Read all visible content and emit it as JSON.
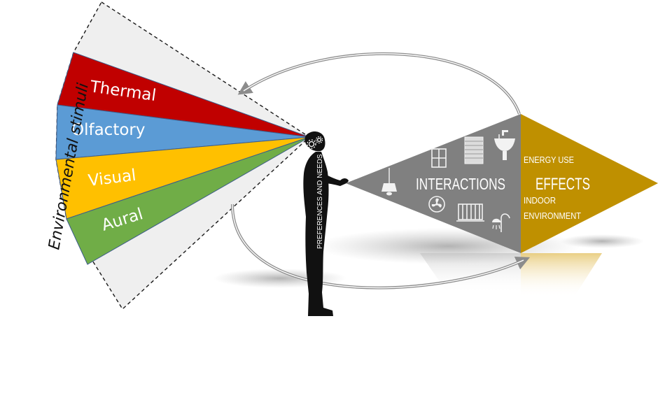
{
  "diagram": {
    "side_label": "Environmental stimuli",
    "segments": [
      {
        "label": "Thermal",
        "color": "#c00000"
      },
      {
        "label": "Olfactory",
        "color": "#5b9bd5"
      },
      {
        "label": "Visual",
        "color": "#ffc000"
      },
      {
        "label": "Aural",
        "color": "#70ad47"
      }
    ],
    "person_label": "PREFERENCES AND NEEDS",
    "interactions": {
      "label": "INTERACTIONS",
      "color": "#808080",
      "icons": [
        "window-icon",
        "blinds-icon",
        "sink-tap-icon",
        "lamp-icon",
        "fan-icon",
        "radiator-icon",
        "shower-icon"
      ]
    },
    "effects": {
      "label": "EFFECTS",
      "color": "#bf9000",
      "item1": "ENERGY USE",
      "item2_line1": "INDOOR",
      "item2_line2": "ENVIRONMENT"
    }
  }
}
